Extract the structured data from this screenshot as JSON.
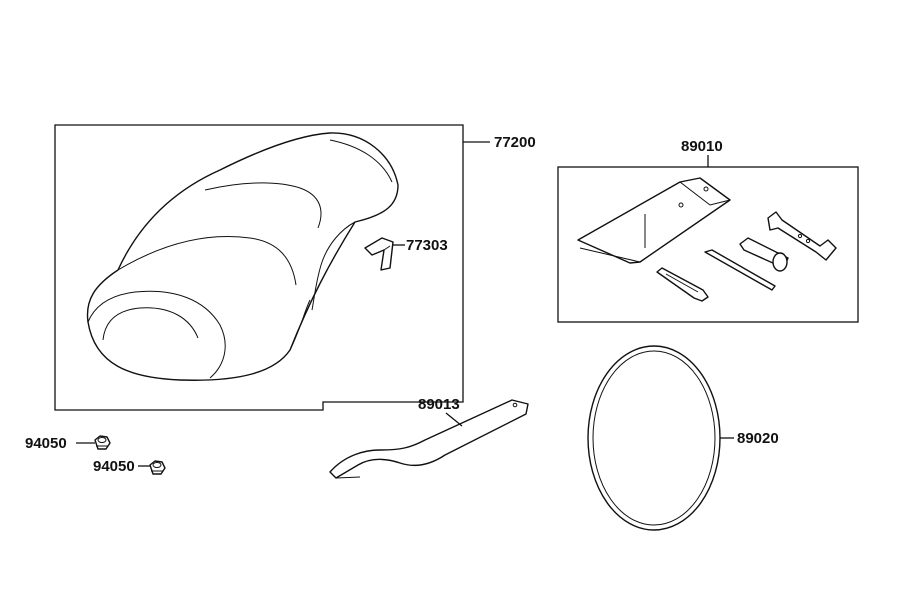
{
  "parts": {
    "seat": "77200",
    "seat_clip": "77303",
    "tool_kit": "89010",
    "hook_wrench": "89013",
    "band": "89020",
    "nut_a": "94050",
    "nut_b": "94050"
  }
}
